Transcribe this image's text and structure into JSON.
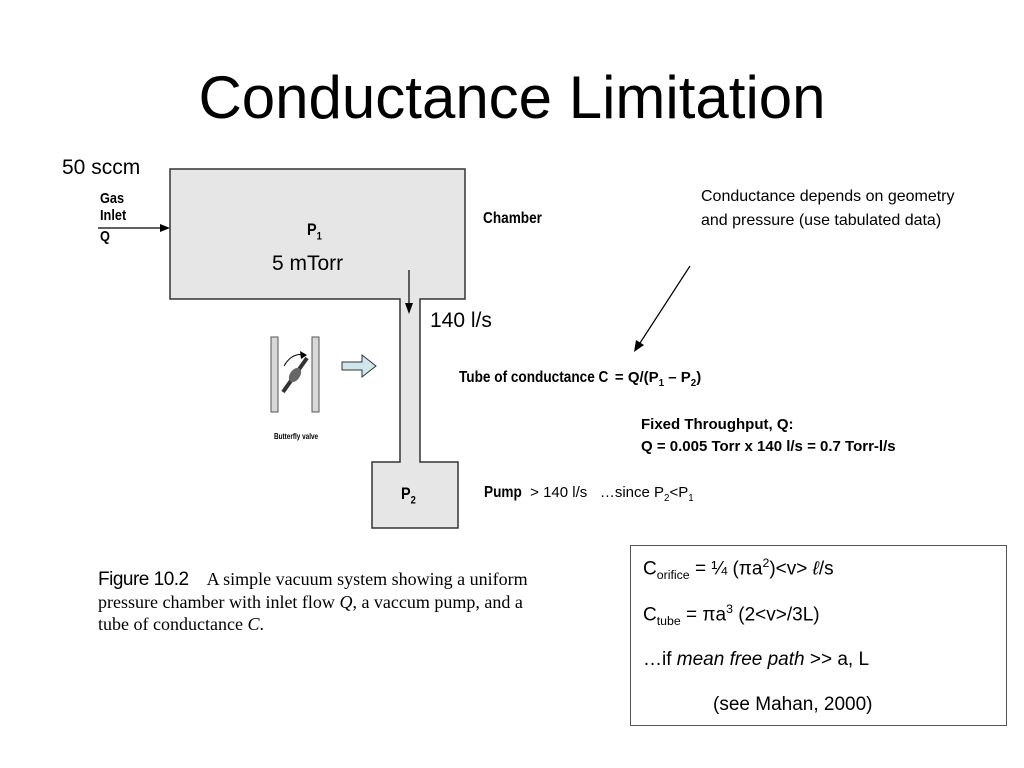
{
  "slide": {
    "title": "Conductance Limitation"
  },
  "diagram": {
    "flow_label": "50 sccm",
    "gas_inlet": {
      "line1": "Gas",
      "line2": "Inlet",
      "line3": "Q"
    },
    "chamber": {
      "label": "Chamber",
      "p1": "P",
      "p1_sub": "1",
      "pressure": "5 mTorr"
    },
    "pump_speed": "140 l/s",
    "valve_caption": "Butterfly valve",
    "pump_box": {
      "p2": "P",
      "p2_sub": "2"
    },
    "tube_label": "Tube of conductance C",
    "tube_eq": {
      "a": " = Q/(P",
      "s1": "1",
      "b": " – P",
      "s2": "2",
      "c": ")"
    },
    "pump_line": {
      "label": "Pump",
      "rest": " > 140 l/s",
      "since": "…since P",
      "s2": "2",
      "lt": "<P",
      "s1": "1"
    },
    "annotation": "Conductance depends on geometry and pressure (use tabulated data)",
    "throughput": {
      "heading": "Fixed Throughput, Q:",
      "equation": "Q = 0.005 Torr x 140 l/s = 0.7 Torr-l/s"
    },
    "figure_caption": {
      "label": "Figure 10.2",
      "line1": "A simple vacuum system showing a uniform",
      "line2a": "pressure chamber with inlet flow ",
      "line2q": "Q",
      "line2b": ", a vaccum pump, and a",
      "line3a": "tube of conductance ",
      "line3c": "C",
      "line3b": "."
    }
  },
  "formulas": {
    "orifice": {
      "c": "C",
      "sub": "orifice",
      "a": " = ¼ (",
      "pi": "π",
      "b": "a",
      "sup": "2",
      "c2": ")<v> ",
      "ell": "ℓ",
      "d": "/s"
    },
    "tube": {
      "c": "C",
      "sub": "tube",
      "a": " = ",
      "pi": "π",
      "b": "a",
      "sup": "3",
      "d": " (2<v>/3L)"
    },
    "condition": {
      "a": "…if ",
      "em": "mean free path",
      "b": " >> a, L"
    },
    "reference": "(see Mahan, 2000)"
  }
}
